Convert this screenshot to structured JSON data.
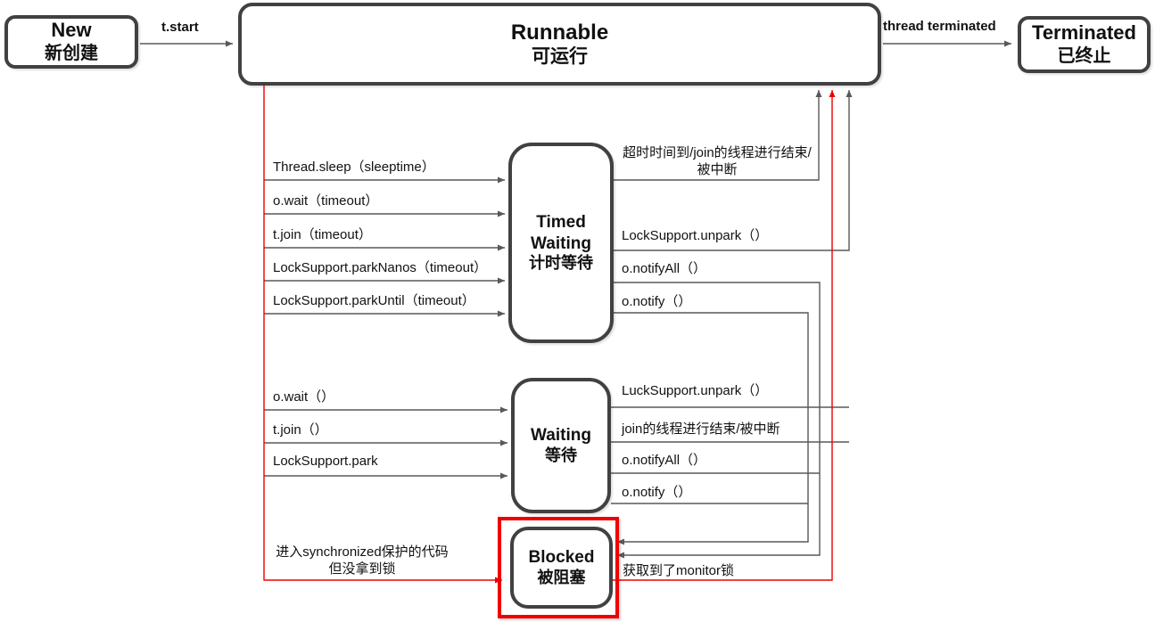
{
  "colors": {
    "red": "#ee0000",
    "line": "#58595b",
    "node_border": "#414042",
    "text": "#111111"
  },
  "nodes": {
    "new": {
      "name": "New",
      "label_cn": "新创建"
    },
    "runnable": {
      "name": "Runnable",
      "label_cn": "可运行"
    },
    "terminated": {
      "name": "Terminated",
      "label_cn": "已终止"
    },
    "timed_waiting": {
      "name": "Timed Waiting",
      "label_cn": "计时等待"
    },
    "waiting": {
      "name": "Waiting",
      "label_cn": "等待"
    },
    "blocked": {
      "name": "Blocked",
      "label_cn": "被阻塞"
    }
  },
  "transitions": {
    "new_to_runnable": "t.start",
    "runnable_to_terminated": "thread terminated",
    "runnable_to_timed_waiting": [
      "Thread.sleep（sleeptime）",
      "o.wait（timeout）",
      "t.join（timeout）",
      "LockSupport.parkNanos（timeout）",
      "LockSupport.parkUntil（timeout）"
    ],
    "runnable_to_waiting": [
      "o.wait（）",
      "t.join（）",
      "LockSupport.park"
    ],
    "timed_waiting_to_runnable": {
      "timeout_line1": "超时时间到/join的线程进行结束/",
      "timeout_line2": "被中断",
      "unpark": "LockSupport.unpark（）",
      "notify_all": "o.notifyAll（）",
      "notify": "o.notify（）"
    },
    "waiting_to_runnable": {
      "unpark": "LuckSupport.unpark（）",
      "join_end": "join的线程进行结束/被中断",
      "notify_all": "o.notifyAll（）",
      "notify": "o.notify（）"
    },
    "runnable_to_blocked_line1": "进入synchronized保护的代码",
    "runnable_to_blocked_line2": "但没拿到锁",
    "blocked_to_runnable": "获取到了monitor锁"
  }
}
